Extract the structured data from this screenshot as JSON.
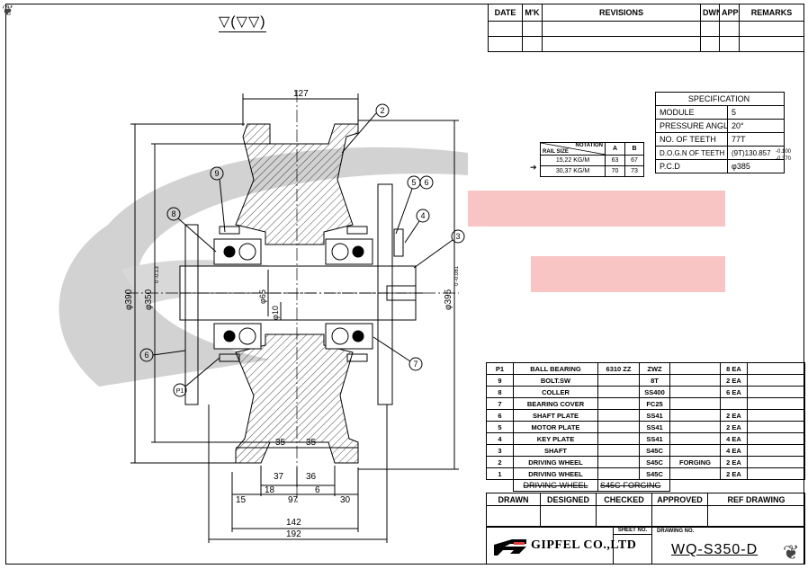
{
  "surface_symbol": "▽(▽▽)",
  "revisions": {
    "headers": [
      "DATE",
      "M'K",
      "REVISIONS",
      "DWN",
      "APPR",
      "REMARKS"
    ]
  },
  "specification": {
    "title": "SPECIFICATION",
    "rows": [
      {
        "label": "MODULE",
        "value": "5"
      },
      {
        "label": "PRESSURE ANGLE",
        "value": "20°"
      },
      {
        "label": "NO. OF TEETH",
        "value": "77T"
      },
      {
        "label": "D.O.G.N OF TEETH",
        "value": "(9T)130.857",
        "tol_upper": "-0.100",
        "tol_lower": "-0.370"
      },
      {
        "label": "P.C.D",
        "value": "φ385"
      }
    ]
  },
  "rail_table": {
    "notation": "NOTATION",
    "rail_size": "RAIL SIZE",
    "col_a": "A",
    "col_b": "B",
    "rows": [
      {
        "size": "15,22 KG/M",
        "a": "63",
        "b": "67"
      },
      {
        "size": "30,37 KG/M",
        "a": "70",
        "b": "73"
      }
    ]
  },
  "bom": {
    "rows": [
      {
        "no": "P1",
        "name": "BALL BEARING",
        "spec": "6310 ZZ",
        "material": "ZWZ",
        "note": "",
        "qty": "8 EA"
      },
      {
        "no": "9",
        "name": "BOLT.SW",
        "spec": "",
        "material": "8T",
        "note": "",
        "qty": "2 EA"
      },
      {
        "no": "8",
        "name": "COLLER",
        "spec": "",
        "material": "SS400",
        "note": "",
        "qty": "6 EA"
      },
      {
        "no": "7",
        "name": "BEARING COVER",
        "spec": "",
        "material": "FC25",
        "note": "",
        "qty": ""
      },
      {
        "no": "6",
        "name": "SHAFT PLATE",
        "spec": "",
        "material": "SS41",
        "note": "",
        "qty": "2 EA"
      },
      {
        "no": "5",
        "name": "MOTOR PLATE",
        "spec": "",
        "material": "SS41",
        "note": "",
        "qty": "2 EA"
      },
      {
        "no": "4",
        "name": "KEY PLATE",
        "spec": "",
        "material": "SS41",
        "note": "",
        "qty": "4 EA"
      },
      {
        "no": "3",
        "name": "SHAFT",
        "spec": "",
        "material": "S45C",
        "note": "",
        "qty": "4 EA"
      },
      {
        "no": "2",
        "name": "DRIVING WHEEL",
        "spec": "",
        "material": "S45C",
        "note": "FORGING",
        "qty": "2 EA"
      },
      {
        "no": "1",
        "name": "DRIVING WHEEL",
        "spec": "",
        "material": "S45C",
        "note": "",
        "qty": "2 EA"
      }
    ],
    "struck_row": {
      "name": "DRIVING WHEEL",
      "material": "S45C-FORGING"
    }
  },
  "title_block": {
    "headers": [
      "DRAWN",
      "DESIGNED",
      "CHECKED",
      "APPROVED",
      "REF DRAWING"
    ],
    "sheet_no_label": "SHEET NO.",
    "drawing_no_label": "DRAWING NO.",
    "company": "GIPFEL CO.,LTD",
    "drawing_no": "WQ-S350-D"
  },
  "dims": {
    "d127": "127",
    "d390": "φ390",
    "d350": "φ350",
    "d350_tol": "0 -0.13",
    "d395": "φ395",
    "d395_tol": "0 -0.081",
    "d65": "φ65",
    "d10": "φ10",
    "d35a": "35",
    "d35b": "35",
    "d37": "37",
    "d36": "36",
    "d18": "18",
    "d6": "6",
    "d15": "15",
    "d97": "97",
    "d30": "30",
    "d142": "142",
    "d192": "192"
  },
  "balloons": [
    "2",
    "9",
    "8",
    "5",
    "6",
    "4",
    "3",
    "6",
    "7",
    "P1"
  ],
  "colors": {
    "watermark_gray": "#c9c9c9",
    "watermark_red": "#f7c6c6",
    "line": "#000000"
  }
}
